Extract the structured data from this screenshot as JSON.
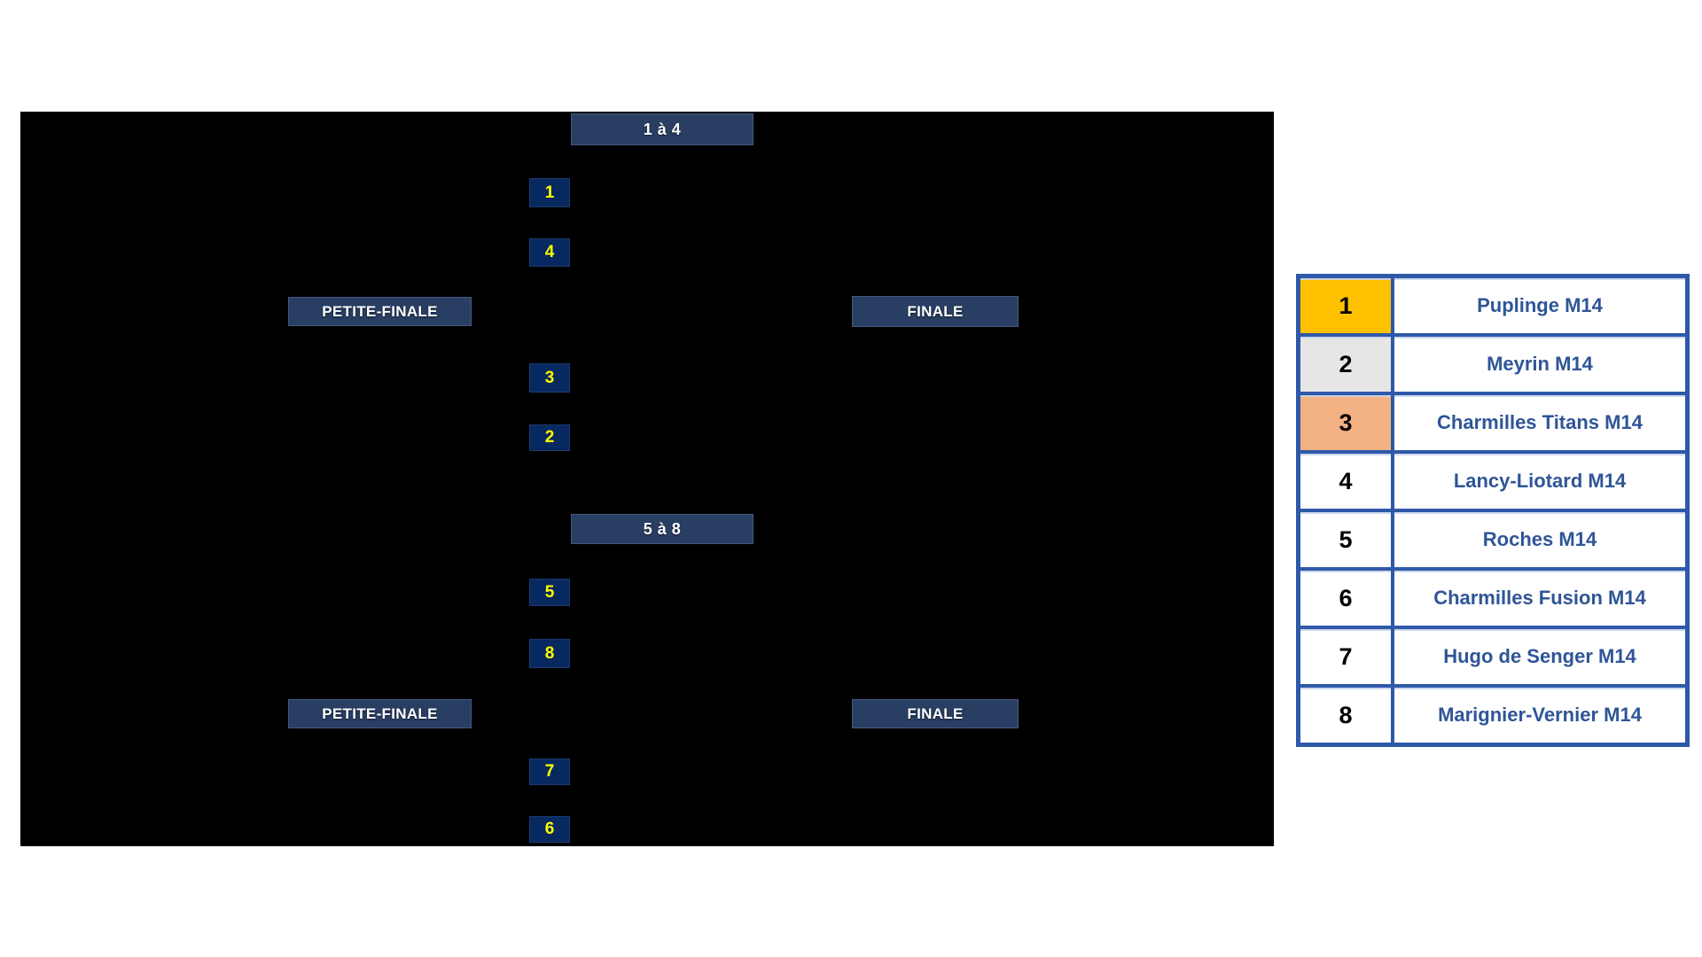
{
  "bracket": {
    "background_color": "#000000",
    "colors": {
      "header_box": "#293E63",
      "seed_box": "#07295F",
      "seed_text": "#FFFF00",
      "label_text": "#FFFFFF"
    },
    "top_group": {
      "title": "1 à 4",
      "seed_top1": "1",
      "seed_top2": "4",
      "petite_finale_label": "PETITE-FINALE",
      "finale_label": "FINALE",
      "seed_bottom1": "3",
      "seed_bottom2": "2"
    },
    "bottom_group": {
      "title": "5 à 8",
      "seed_top1": "5",
      "seed_top2": "8",
      "petite_finale_label": "PETITE-FINALE",
      "finale_label": "FINALE",
      "seed_bottom1": "7",
      "seed_bottom2": "6"
    }
  },
  "standings_table": {
    "border_color": "#2E59A8",
    "team_text_color": "#2F5597",
    "rank_colors": {
      "rank1": "#FFC000",
      "rank2": "#E7E6E6",
      "rank3": "#F4B183",
      "default": "#FFFFFF"
    },
    "rows": [
      {
        "rank": "1",
        "team": "Puplinge M14"
      },
      {
        "rank": "2",
        "team": "Meyrin M14"
      },
      {
        "rank": "3",
        "team": "Charmilles Titans M14"
      },
      {
        "rank": "4",
        "team": "Lancy-Liotard M14"
      },
      {
        "rank": "5",
        "team": "Roches M14"
      },
      {
        "rank": "6",
        "team": "Charmilles Fusion M14"
      },
      {
        "rank": "7",
        "team": "Hugo de Senger M14"
      },
      {
        "rank": "8",
        "team": "Marignier-Vernier M14"
      }
    ]
  }
}
